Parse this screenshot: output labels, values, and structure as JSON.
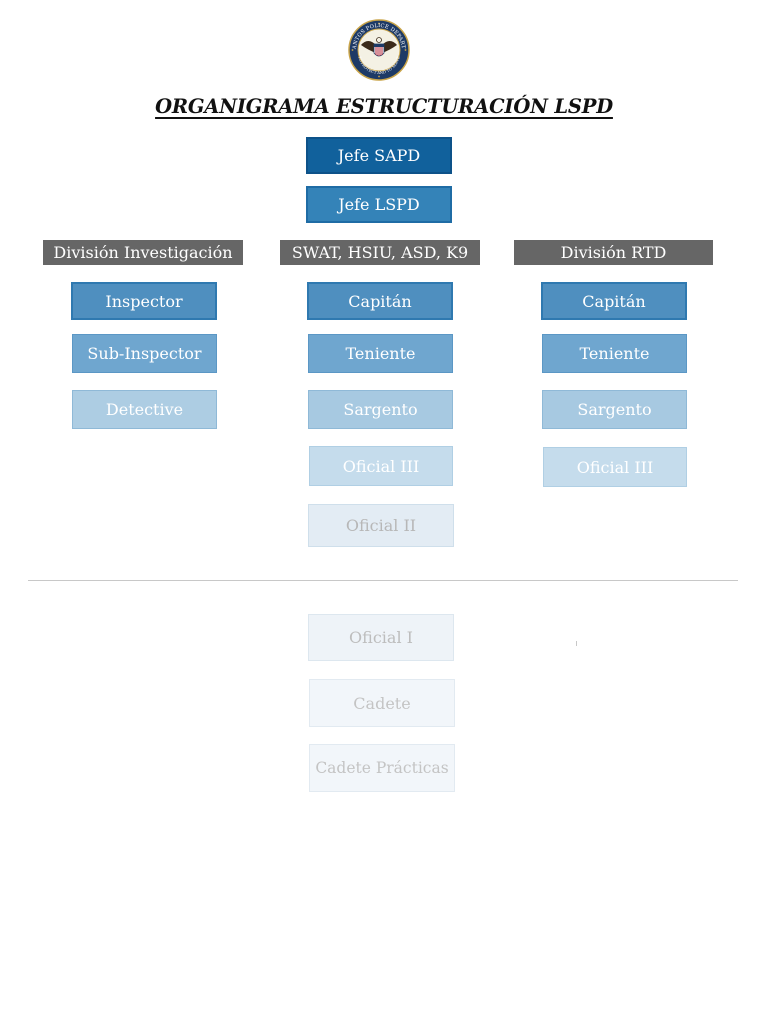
{
  "title": "ORGANIGRAMA ESTRUCTURACIÓN LSPD",
  "seal": {
    "ring_text": "LOS SANTOS POLICE DEPARTMENT",
    "motto": "TO PROTECT AND TO SERVE",
    "colors": {
      "ring": "#1d3a66",
      "gold": "#c9a449",
      "shield_red": "#b22234"
    }
  },
  "top": {
    "jefe_sapd": "Jefe SAPD",
    "jefe_lspd": "Jefe LSPD"
  },
  "columns": {
    "investigacion": {
      "header": "División Investigación",
      "ranks": [
        "Inspector",
        "Sub-Inspector",
        "Detective"
      ]
    },
    "swat": {
      "header": "SWAT, HSIU, ASD, K9",
      "ranks": [
        "Capitán",
        "Teniente",
        "Sargento",
        "Oficial III",
        "Oficial II"
      ]
    },
    "rtd": {
      "header": "División RTD",
      "ranks": [
        "Capitán",
        "Teniente",
        "Sargento",
        "Oficial III"
      ]
    }
  },
  "lower": {
    "ranks": [
      "Oficial I",
      "Cadete",
      "Cadete Prácticas"
    ]
  },
  "colors": {
    "dark_blue": "#11619c",
    "medium_blue": "#3483b8",
    "header_gray": "#666666"
  }
}
